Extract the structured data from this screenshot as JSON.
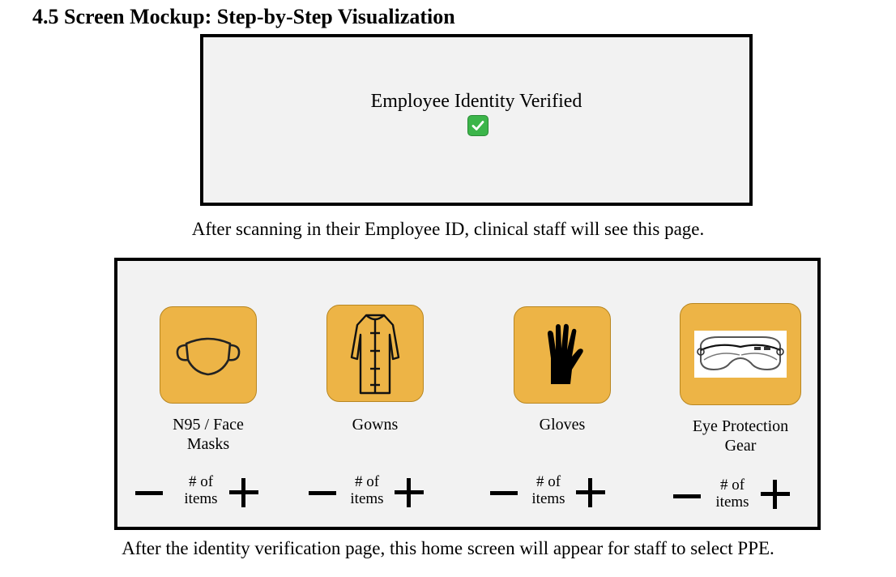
{
  "heading": "4.5 Screen Mockup: Step-by-Step Visualization",
  "verification_screen": {
    "message": "Employee Identity Verified",
    "status_icon": "green-check-icon"
  },
  "caption_verification": "After scanning in their Employee ID, clinical staff will see this page.",
  "ppe_items": [
    {
      "label_line1": "N95 / Face",
      "label_line2": "Masks",
      "icon": "face-mask-icon"
    },
    {
      "label_line1": "Gowns",
      "label_line2": "",
      "icon": "gown-icon"
    },
    {
      "label_line1": "Gloves",
      "label_line2": "",
      "icon": "glove-icon"
    },
    {
      "label_line1": "Eye Protection",
      "label_line2": "Gear",
      "icon": "goggles-icon"
    }
  ],
  "counter": {
    "line1": "# of",
    "line2": "items"
  },
  "caption_home": "After the identity verification page, this home screen will appear for staff to select PPE.",
  "colors": {
    "tile": "#edb446",
    "frame_bg": "#f2f2f2",
    "check": "#3cb54a"
  }
}
